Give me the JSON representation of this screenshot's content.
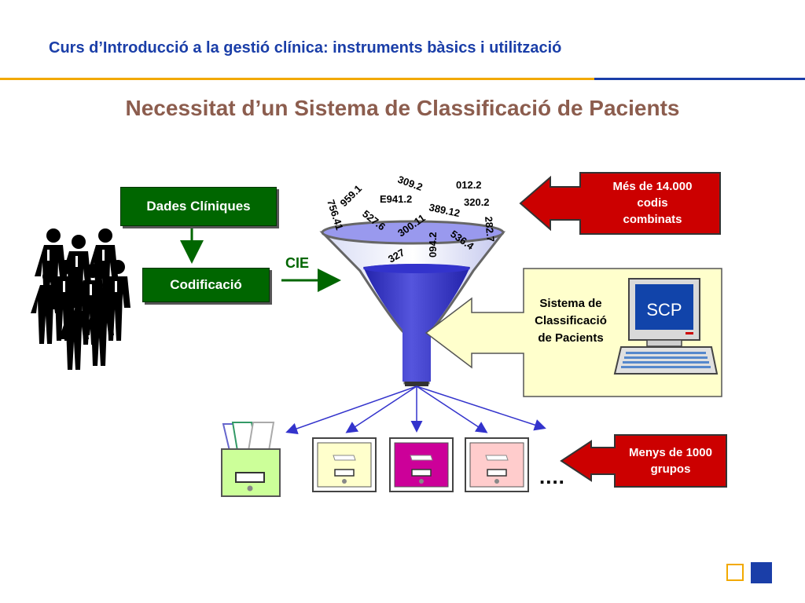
{
  "header": {
    "title": "Curs d’Introducció a la gestió clínica: instruments bàsics i utilització"
  },
  "slide": {
    "title": "Necessitat d’un Sistema de Classificació de Pacients"
  },
  "boxes": {
    "dades": "Dades Clíniques",
    "codificacio": "Codificació",
    "cie": "CIE"
  },
  "funnel_codes": [
    "309.2",
    "012.2",
    "959.1",
    "E941.2",
    "320.2",
    "756.41",
    "389.12",
    "527.6",
    "300.11",
    "282.7",
    "094.2",
    "536.4",
    "327"
  ],
  "callouts": {
    "top": [
      "Més de 14.000",
      "codis",
      "combinats"
    ],
    "scp": [
      "Sistema de",
      "Classificació",
      "de Pacients"
    ],
    "scp_screen": "SCP",
    "bottom": [
      "Menys de 1000",
      "grupos"
    ]
  },
  "ellipsis": "....",
  "colors": {
    "header_blue": "#1a3ea8",
    "title_brown": "#8c5d4e",
    "box_green": "#006600",
    "callout_red": "#cc0000",
    "callout_cream": "#ffffcc",
    "funnel_blue": "#3333cc",
    "drawer_yellow": "#ffffcc",
    "drawer_magenta": "#cc0099",
    "drawer_pink": "#ffcccc",
    "bin_green": "#ccff99"
  },
  "icons": [
    "people-icon",
    "funnel-icon",
    "computer-icon",
    "file-bin-icon",
    "file-drawer-icon"
  ]
}
